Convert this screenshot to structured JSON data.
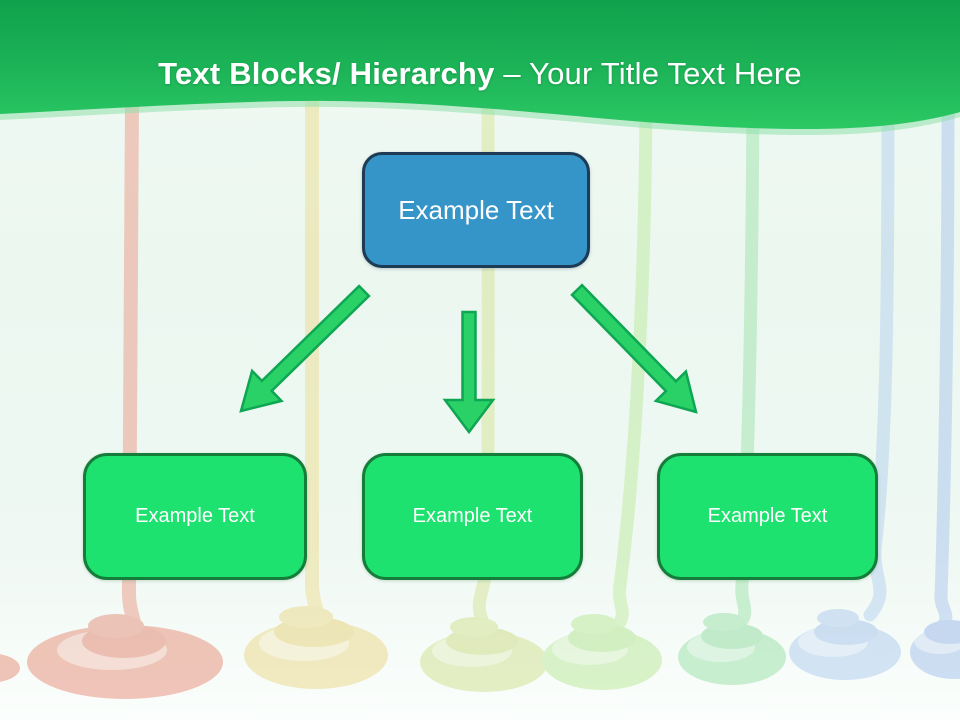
{
  "slide": {
    "title": {
      "bold": "Text Blocks/ Hierarchy",
      "regular": "– Your Title Text Here"
    }
  },
  "hierarchy": {
    "root_label": "Example Text",
    "children": [
      {
        "label": "Example Text"
      },
      {
        "label": "Example Text"
      },
      {
        "label": "Example Text"
      }
    ]
  },
  "icons": {
    "arrow_left": "arrow-down-left-icon",
    "arrow_middle": "arrow-down-icon",
    "arrow_right": "arrow-down-right-icon"
  },
  "colors": {
    "header_green_top": "#0fa24c",
    "header_green_mid": "#1db458",
    "header_green_bottom": "#2bc964",
    "header_wave_highlight": "#8fe0ac",
    "root_fill": "#3594c8",
    "root_border": "#1d3b55",
    "child_fill": "#1de26f",
    "child_border": "#157d3a",
    "arrow_fill": "#29d167",
    "arrow_border": "#0ea653",
    "text_on_shapes": "#ffffff",
    "background_tint": "#eef8f2",
    "drip_red": "#e98873",
    "drip_yellow": "#ecd77c",
    "drip_yellow_green": "#cfdf85",
    "drip_light_green": "#b4e88f",
    "drip_mint_green": "#8fdf9e",
    "drip_light_blue": "#a9c9ee",
    "drip_blue": "#9cbcec"
  }
}
